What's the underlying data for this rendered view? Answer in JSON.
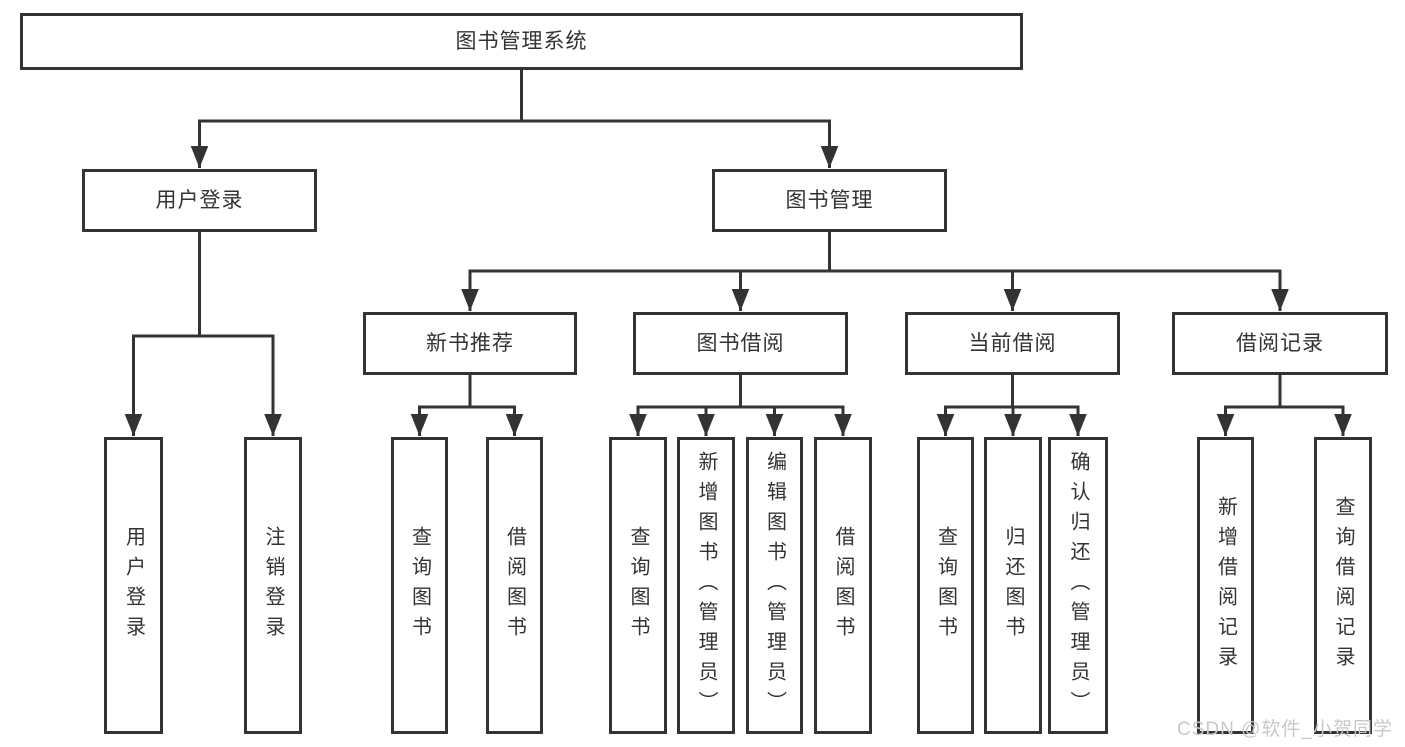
{
  "title": "图书管理系统",
  "branches": {
    "login": {
      "label": "用户登录",
      "children": [
        "用户登录",
        "注销登录"
      ]
    },
    "management": {
      "label": "图书管理",
      "groups": [
        {
          "label": "新书推荐",
          "children": [
            "查询图书",
            "借阅图书"
          ]
        },
        {
          "label": "图书借阅",
          "children": [
            "查询图书",
            "新增图书（管理员）",
            "编辑图书（管理员）",
            "借阅图书"
          ]
        },
        {
          "label": "当前借阅",
          "children": [
            "查询图书",
            "归还图书",
            "确认归还（管理员）"
          ]
        },
        {
          "label": "借阅记录",
          "children": [
            "新增借阅记录",
            "查询借阅记录"
          ]
        }
      ]
    }
  },
  "watermark": "CSDN @软件_小贺同学",
  "colors": {
    "line": "#333333",
    "text": "#333333",
    "watermark": "#c8c8c8"
  }
}
